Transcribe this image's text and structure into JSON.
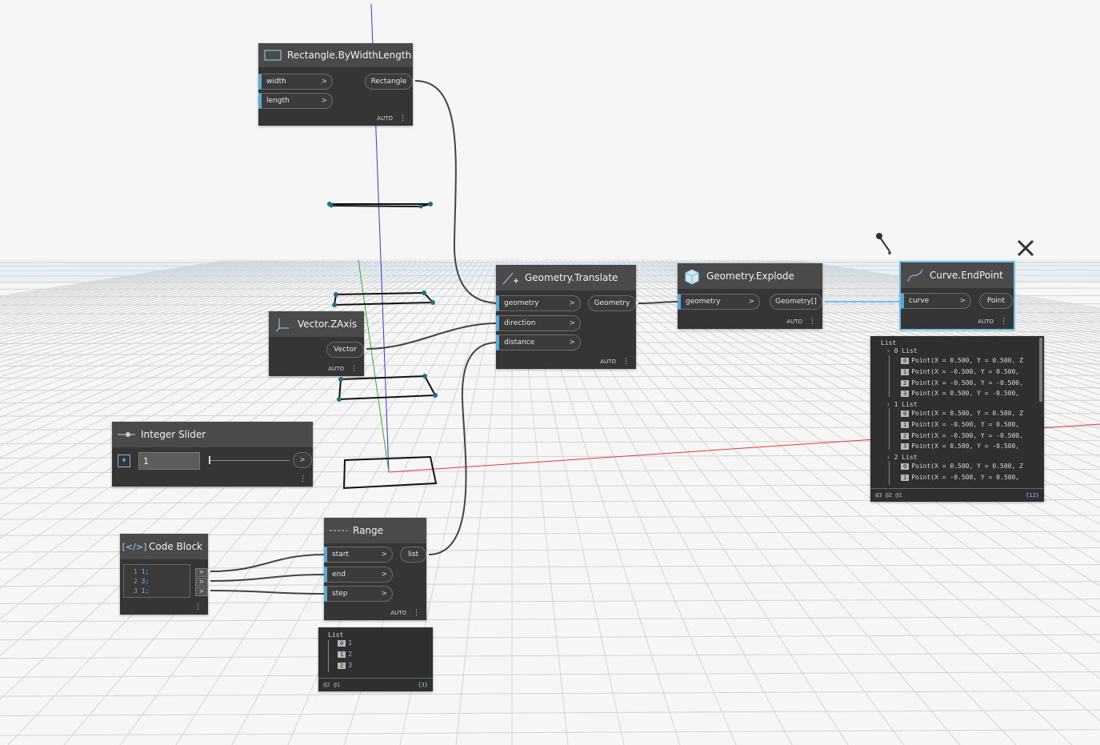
{
  "colors": {
    "wire": "#444444",
    "selection": "#6ec1ea",
    "port_accent": "#59a9d6",
    "node_body": "#353535",
    "node_header": "#4a4a4a"
  },
  "nodes": {
    "rectangle": {
      "title": "Rectangle.ByWidthLength",
      "icon": "rectangle-icon",
      "inputs": [
        "width",
        "length"
      ],
      "output": "Rectangle",
      "lacing": "AUTO"
    },
    "translate": {
      "title": "Geometry.Translate",
      "icon": "translate-icon",
      "inputs": [
        "geometry",
        "direction",
        "distance"
      ],
      "output": "Geometry",
      "lacing": "AUTO"
    },
    "explode": {
      "title": "Geometry.Explode",
      "icon": "cube-icon",
      "inputs": [
        "geometry"
      ],
      "output": "Geometry[]",
      "lacing": "AUTO"
    },
    "endpoint": {
      "title": "Curve.EndPoint",
      "icon": "curve-icon",
      "inputs": [
        "curve"
      ],
      "output": "Point",
      "lacing": "AUTO"
    },
    "zaxis": {
      "title": "Vector.ZAxis",
      "icon": "axis-icon",
      "output": "Vector",
      "lacing": "AUTO"
    },
    "slider": {
      "title": "Integer Slider",
      "icon": "slider-icon",
      "value": "1"
    },
    "codeblock": {
      "title": "Code Block",
      "icon": "code-icon",
      "lines": [
        {
          "n": "1",
          "code": "1;"
        },
        {
          "n": "2",
          "code": "3;"
        },
        {
          "n": "3",
          "code": "1;"
        }
      ]
    },
    "range": {
      "title": "Range",
      "icon": "range-icon",
      "inputs": [
        "start",
        "end",
        "step"
      ],
      "output": "list",
      "lacing": "AUTO"
    }
  },
  "preview_range": {
    "header": "List",
    "items": [
      {
        "i": "0",
        "v": "1"
      },
      {
        "i": "1",
        "v": "2"
      },
      {
        "i": "2",
        "v": "3"
      }
    ],
    "levels": "@2 @1",
    "count": "{3}"
  },
  "preview_points": {
    "header": "List",
    "groups": [
      {
        "label": "0 List",
        "items": [
          {
            "i": "0",
            "v": "Point(X = 0.500, Y = 0.500, Z"
          },
          {
            "i": "1",
            "v": "Point(X = -0.500, Y = 0.500,"
          },
          {
            "i": "2",
            "v": "Point(X = -0.500, Y = -0.500,"
          },
          {
            "i": "3",
            "v": "Point(X = 0.500, Y = -0.500,"
          }
        ]
      },
      {
        "label": "1 List",
        "items": [
          {
            "i": "0",
            "v": "Point(X = 0.500, Y = 0.500, Z"
          },
          {
            "i": "1",
            "v": "Point(X = -0.500, Y = 0.500,"
          },
          {
            "i": "2",
            "v": "Point(X = -0.500, Y = -0.500,"
          },
          {
            "i": "3",
            "v": "Point(X = 0.500, Y = -0.500,"
          }
        ]
      },
      {
        "label": "2 List",
        "items": [
          {
            "i": "0",
            "v": "Point(X = 0.500, Y = 0.500, Z"
          },
          {
            "i": "1",
            "v": "Point(X = -0.500, Y = 0.500,"
          }
        ]
      }
    ],
    "levels": "@3 @2 @1",
    "count": "{12}"
  },
  "tools": {
    "left": "eyedropper-icon",
    "right": "close-x-icon"
  }
}
